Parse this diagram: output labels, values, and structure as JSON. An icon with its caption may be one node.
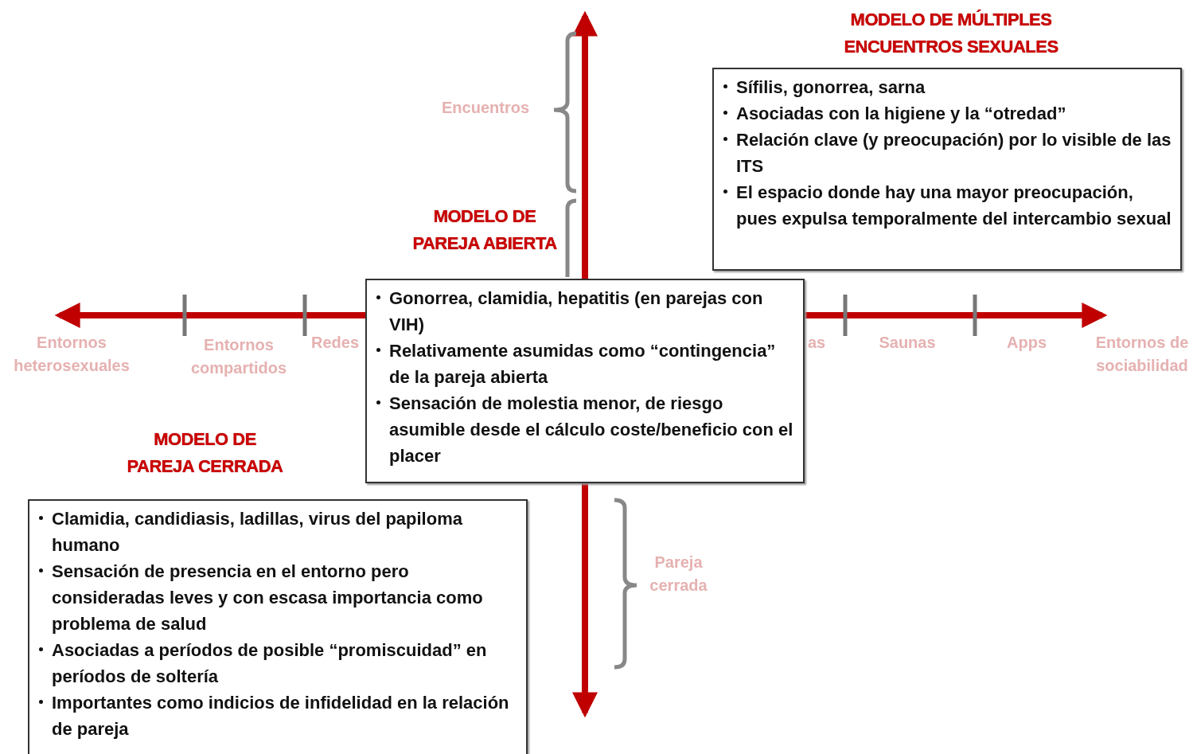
{
  "diagram": {
    "nodes": [
      {
        "text": [
          "MODELO DE MÚLTIPLES ENCUENTROS SEXUALES",
          "Sífilis, gonorrea, sarna",
          "Asociadas con la higiene y la “otredad”",
          "Relación clave (y preocupación) por lo visible de las ITS",
          "El espacio donde hay una mayor preocupación, pues expulsa temporalmente del intercambio sexual"
        ]
      },
      {
        "text": [
          "MODELO DE PAREJA ABIERTA",
          "Gonorrea, clamidia, hepatitis (en parejas con VIH)",
          "Relativamente asumidas como “contingencia” de la pareja abierta",
          "Sensación de molestia menor, de riesgo asumible desde el cálculo coste/beneficio con el placer"
        ]
      },
      {
        "text": [
          "MODELO DE PAREJA CERRADA",
          "Clamidia, candidiasis, ladillas, virus del papiloma humano",
          "Sensación de presencia en el entorno pero consideradas leves y con escasa importancia como problema de salud",
          "Asociadas a períodos de posible “promiscuidad” en períodos de soltería",
          "Importantes como indicios de infidelidad en la relación de pareja"
        ]
      }
    ],
    "edges": [],
    "labels": [
      "Encuentros",
      "Entornos heterosexuales",
      "Entornos compartidos",
      "Redes",
      "as",
      "Saunas",
      "Apps",
      "Entornos de sociabilidad",
      "Pareja cerrada"
    ]
  }
}
